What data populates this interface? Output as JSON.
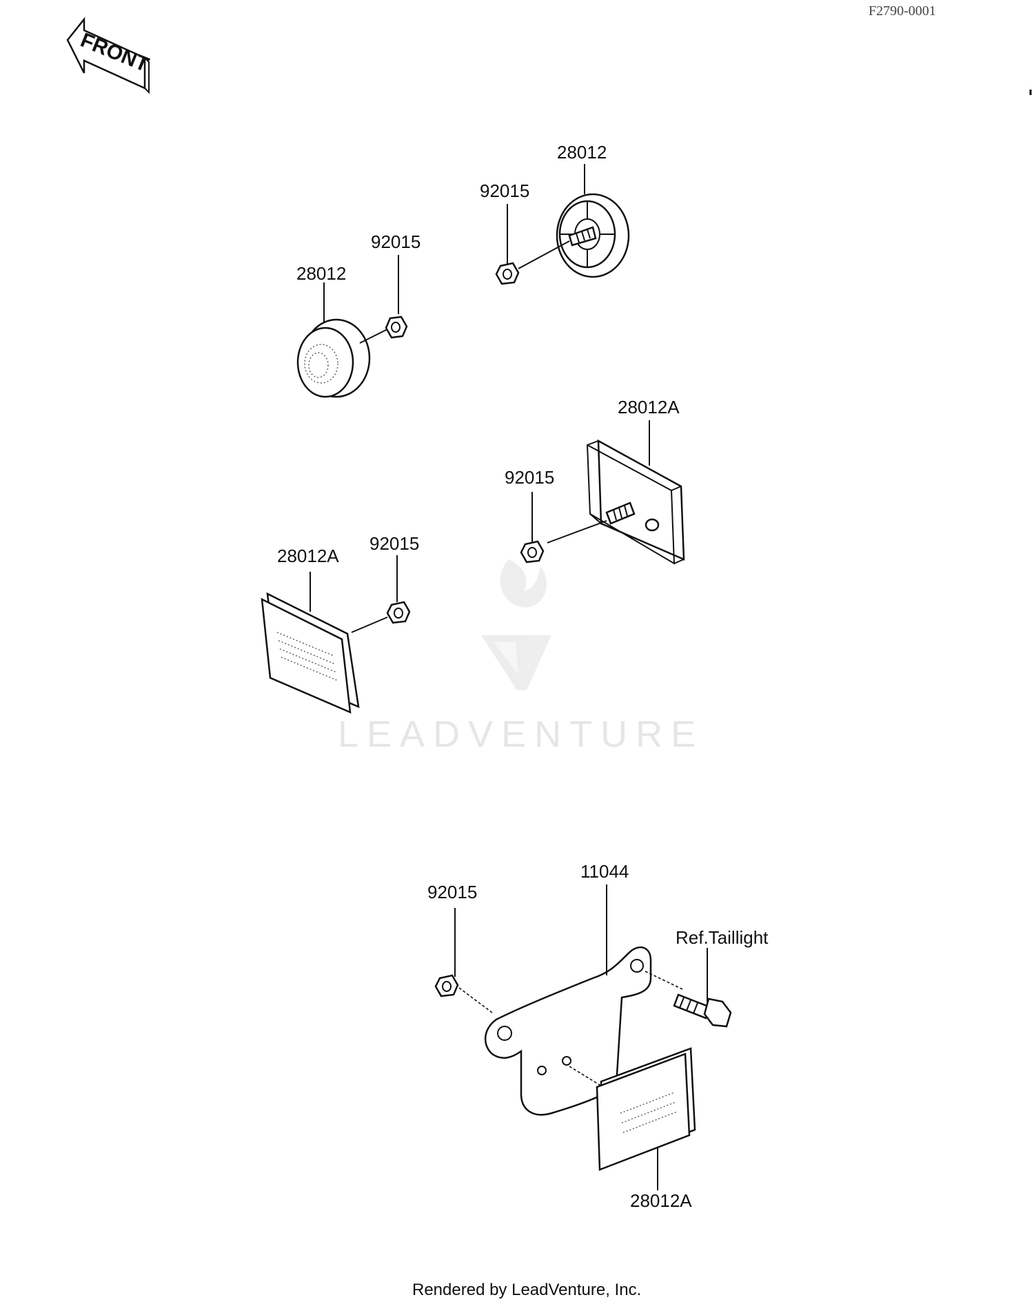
{
  "drawing_code": "F2790-0001",
  "front_label": "FRONT",
  "watermark": "LEADVENTURE",
  "footer": "Rendered by LeadVenture, Inc.",
  "callouts": {
    "c1": "28012",
    "c2": "92015",
    "c3": "28012",
    "c4": "92015",
    "c5": "28012A",
    "c6": "92015",
    "c7": "28012A",
    "c8": "92015",
    "c9": "11044",
    "c10": "92015",
    "c11": "Ref.Taillight",
    "c12": "28012A"
  }
}
